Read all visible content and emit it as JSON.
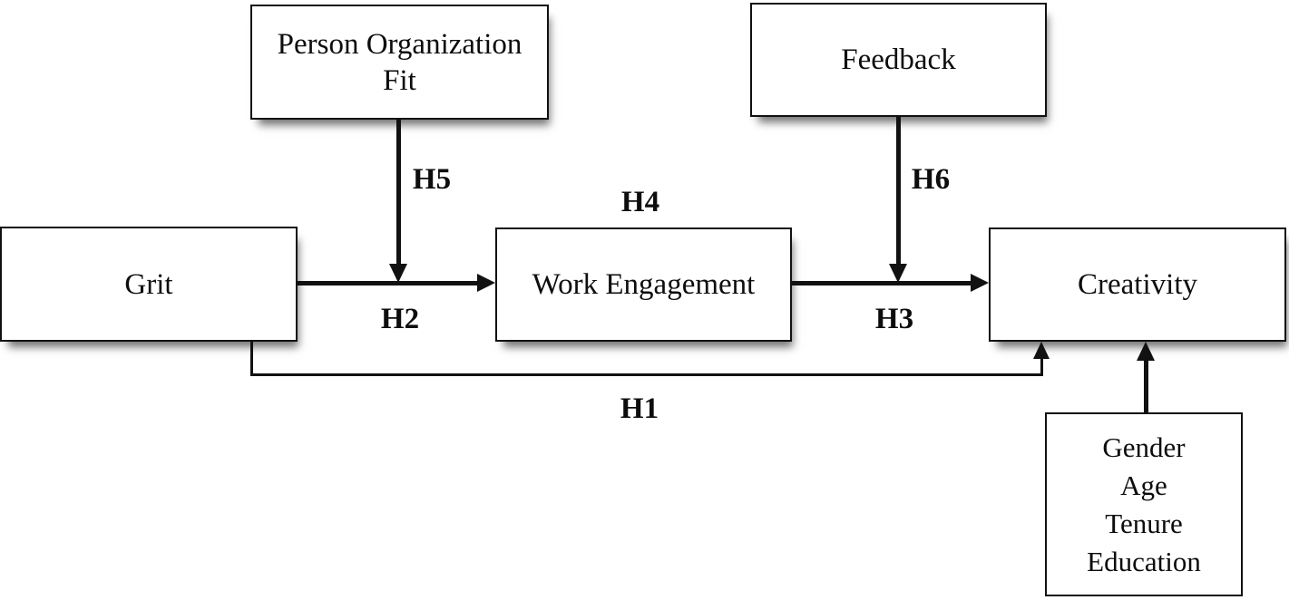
{
  "figure": {
    "type": "hypothesis-model-diagram",
    "colors": {
      "background": "#ffffff",
      "box_fill": "#ffffff",
      "box_border": "#111111",
      "line": "#111111",
      "text": "#0d0d0d"
    },
    "boxes": {
      "grit": {
        "label": "Grit"
      },
      "person_organization_fit": {
        "label": "Person Organization Fit",
        "lines": [
          "Person Organization",
          "Fit"
        ]
      },
      "feedback": {
        "label": "Feedback"
      },
      "work_engagement": {
        "label": "Work Engagement"
      },
      "creativity": {
        "label": "Creativity"
      },
      "controls": {
        "lines": [
          "Gender",
          "Age",
          "Tenure",
          "Education"
        ]
      }
    },
    "labels": {
      "h1": "H1",
      "h2": "H2",
      "h3": "H3",
      "h4": "H4",
      "h5": "H5",
      "h6": "H6"
    },
    "relations": [
      {
        "from": "Grit",
        "to": "Work Engagement",
        "label": "H2"
      },
      {
        "from": "Work Engagement",
        "to": "Creativity",
        "label": "H3"
      },
      {
        "from": "Grit",
        "to": "Creativity",
        "label": "H1"
      },
      {
        "from": "Person Organization Fit",
        "to": "Grit → Work Engagement path",
        "label": "H5"
      },
      {
        "from": "Feedback",
        "to": "Work Engagement → Creativity path",
        "label": "H6"
      },
      {
        "from": "Work Engagement mediation",
        "to": "",
        "label": "H4"
      },
      {
        "from": "Gender/Age/Tenure/Education",
        "to": "Creativity",
        "label": ""
      }
    ]
  }
}
